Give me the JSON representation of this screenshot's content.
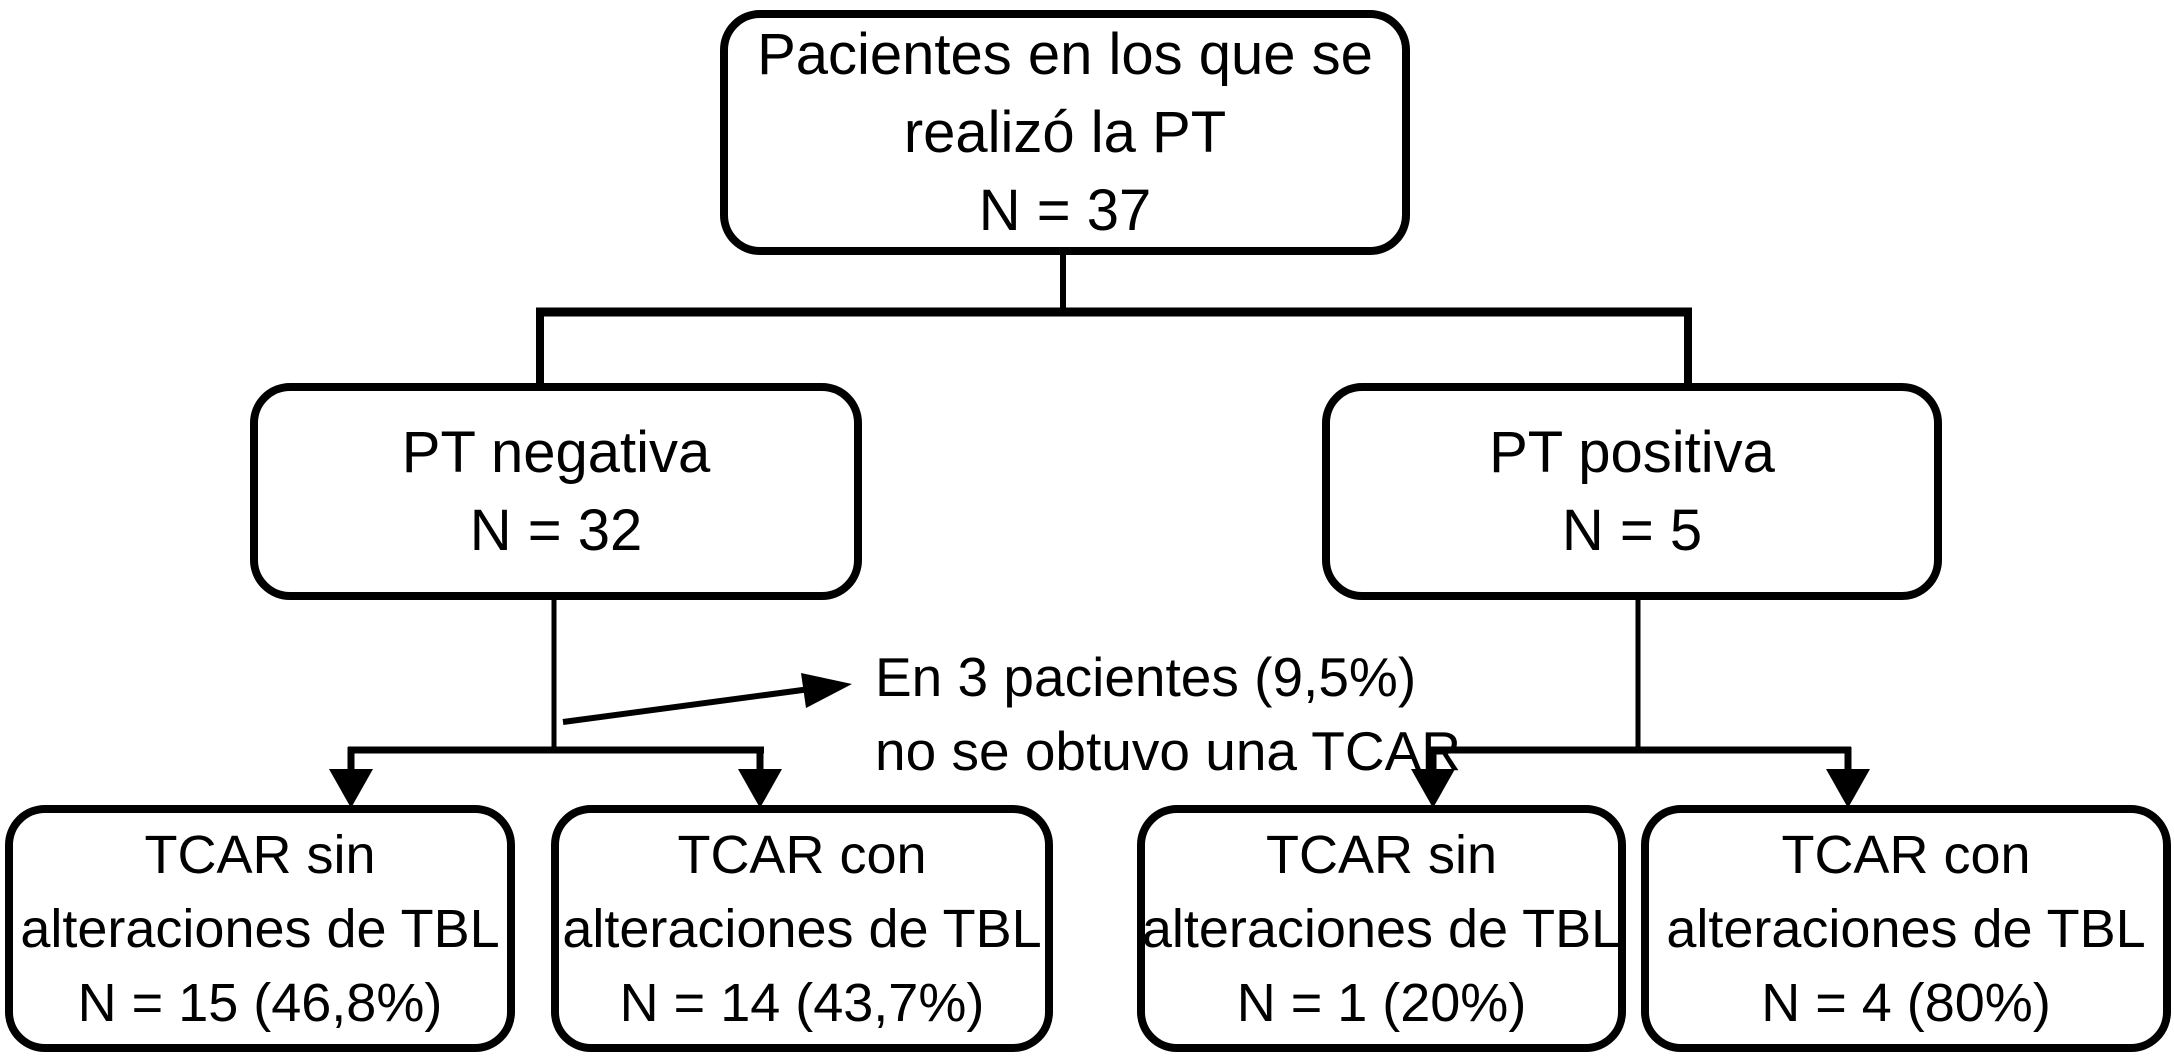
{
  "colors": {
    "stroke": "#000000",
    "background": "#ffffff"
  },
  "nodes": {
    "root": {
      "lines": [
        "Pacientes en los que se",
        "realizó la PT",
        "N = 37"
      ]
    },
    "pt_negativa": {
      "lines": [
        "PT negativa",
        "N = 32"
      ]
    },
    "pt_positiva": {
      "lines": [
        "PT positiva",
        "N = 5"
      ]
    },
    "neg_tcar_sin": {
      "lines": [
        "TCAR sin",
        "alteraciones de TBL",
        "N = 15 (46,8%)"
      ]
    },
    "neg_tcar_con": {
      "lines": [
        "TCAR con",
        "alteraciones de TBL",
        "N = 14 (43,7%)"
      ]
    },
    "pos_tcar_sin": {
      "lines": [
        "TCAR sin",
        "alteraciones de TBL",
        "N = 1 (20%)"
      ]
    },
    "pos_tcar_con": {
      "lines": [
        "TCAR con",
        "alteraciones de TBL",
        "N = 4 (80%)"
      ]
    }
  },
  "annotation": {
    "lines": [
      "En 3 pacientes (9,5%)",
      "no se obtuvo una TCAR"
    ]
  }
}
